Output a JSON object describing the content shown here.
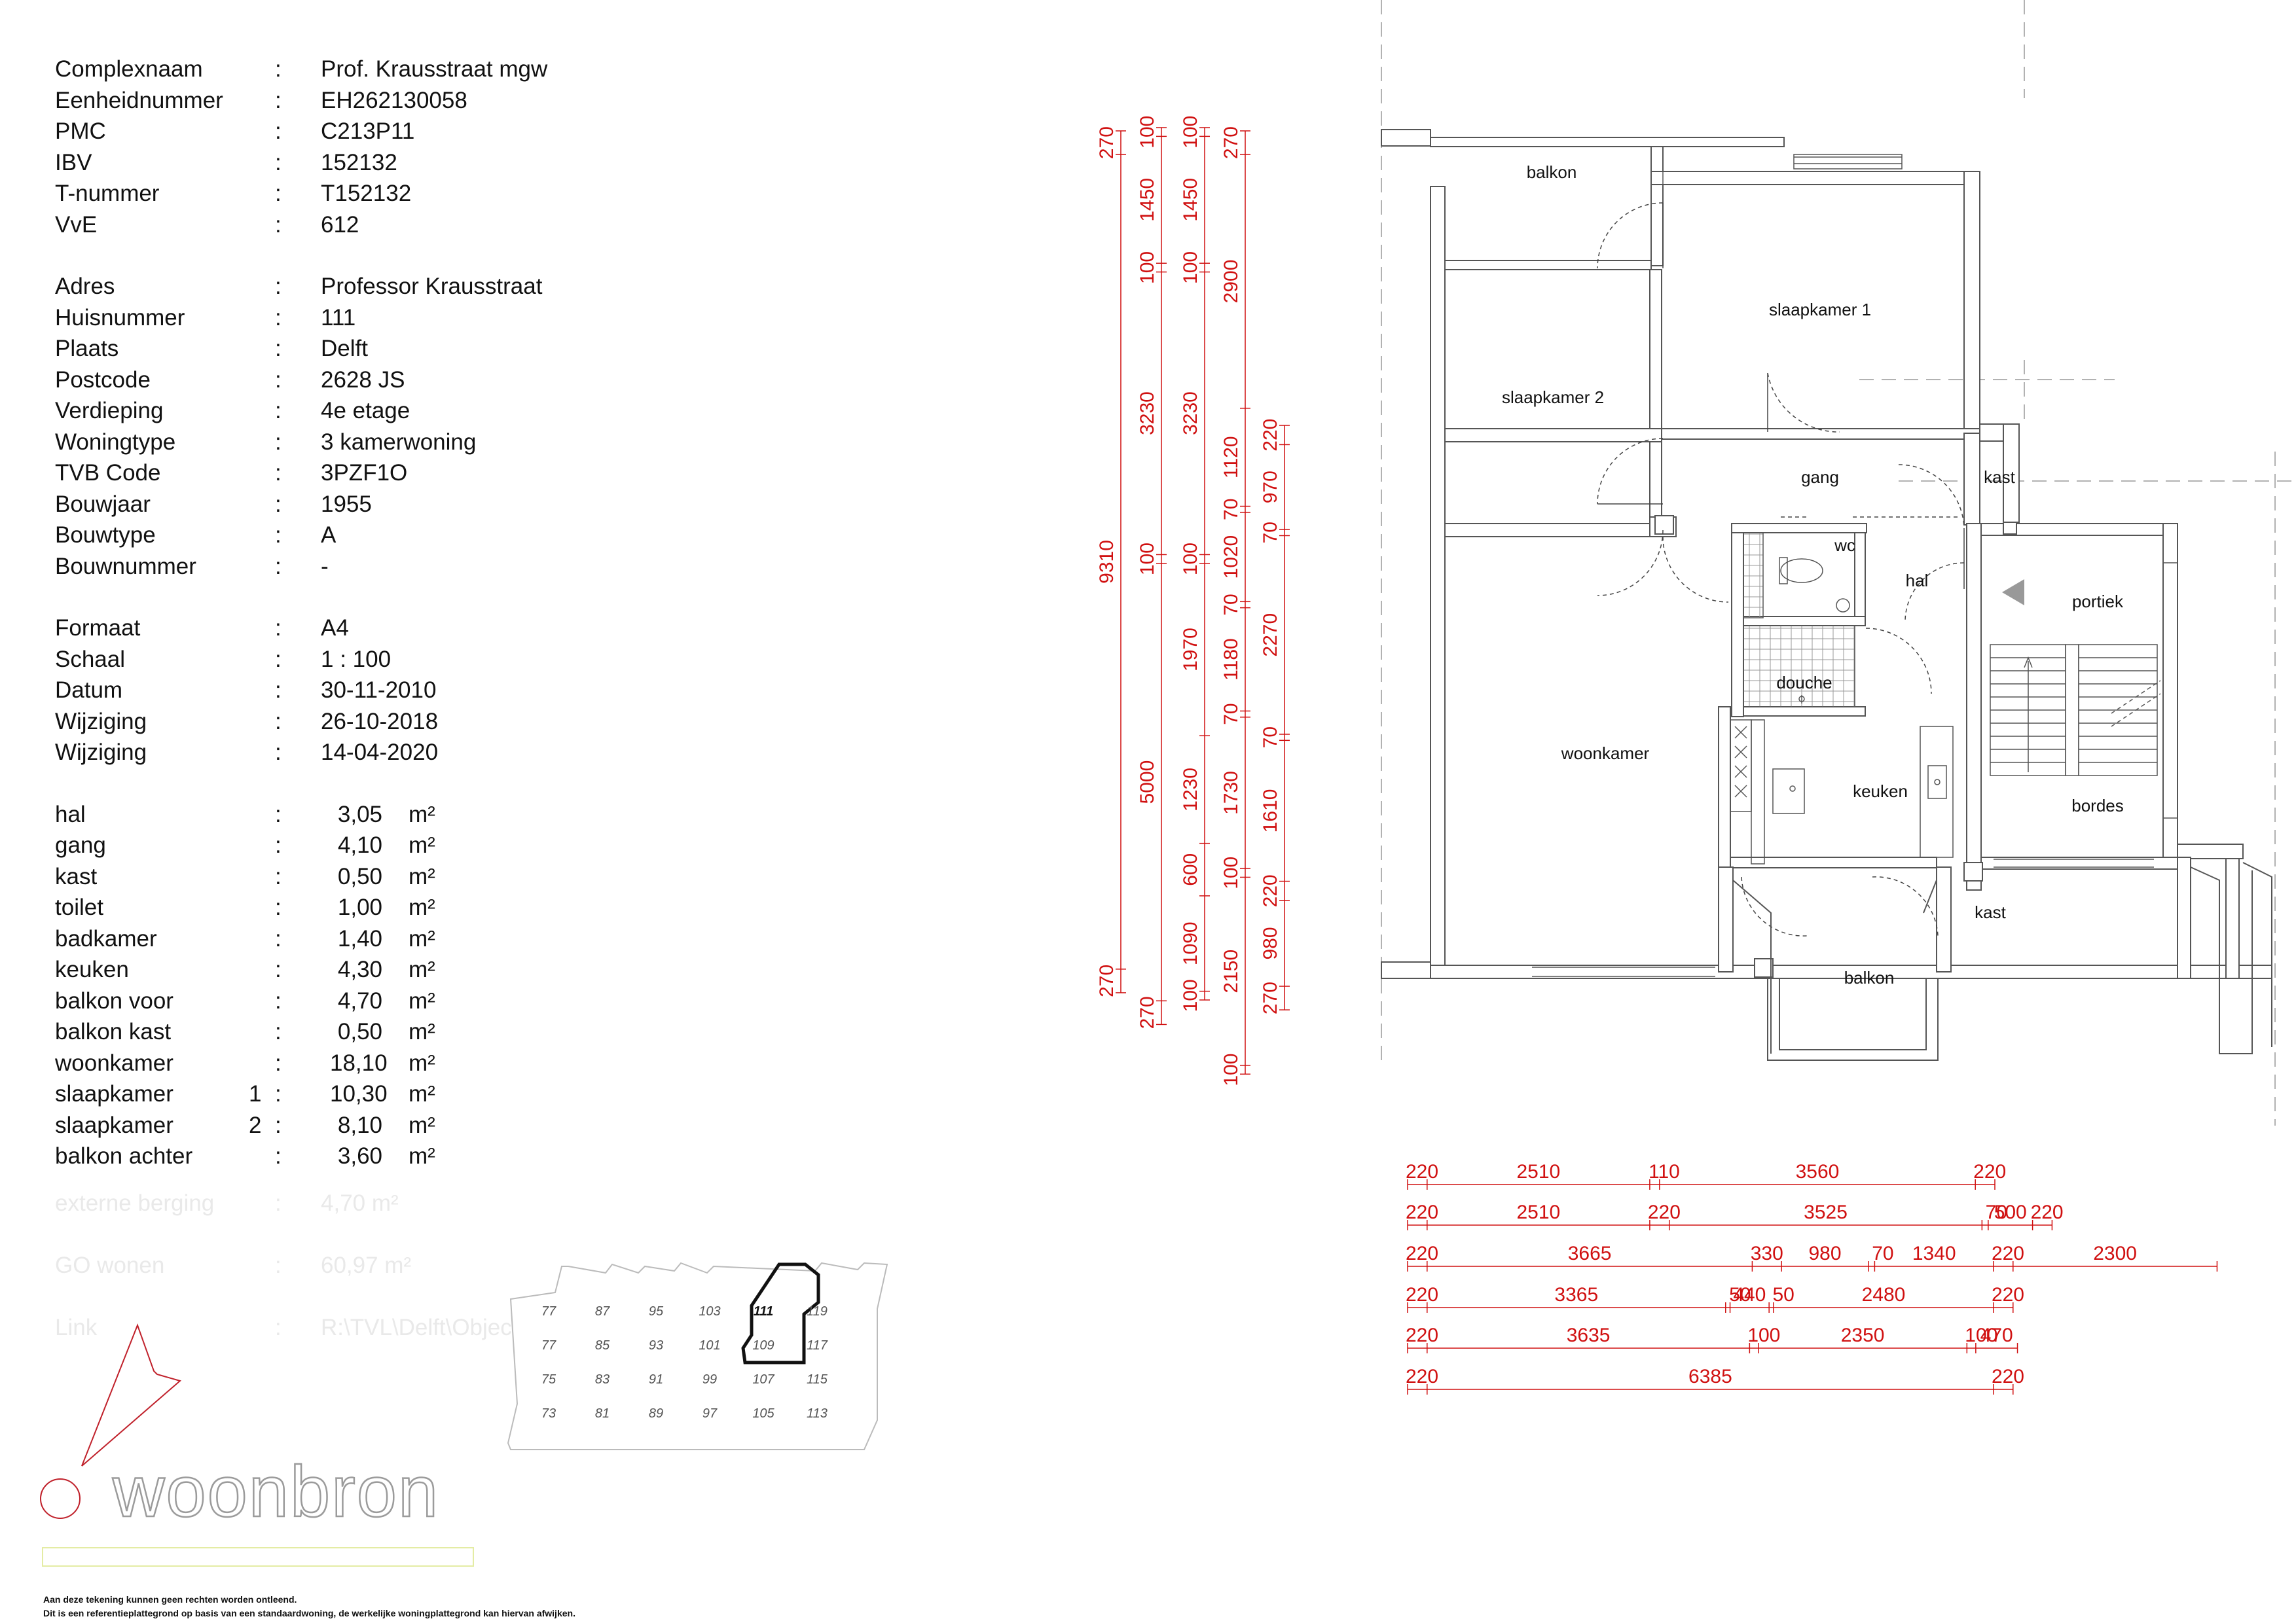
{
  "info_rows": [
    {
      "label": "Complexnaam",
      "value": "Prof. Krausstraat  mgw"
    },
    {
      "label": "Eenheidnummer",
      "value": "EH262130058"
    },
    {
      "label": "PMC",
      "value": "C213P11"
    },
    {
      "label": "IBV",
      "value": "152132"
    },
    {
      "label": "T-nummer",
      "value": "T152132"
    },
    {
      "label": "VvE",
      "value": "612"
    },
    {
      "gap": true
    },
    {
      "label": "Adres",
      "value": "Professor Krausstraat"
    },
    {
      "label": "Huisnummer",
      "value": "111"
    },
    {
      "label": "Plaats",
      "value": "Delft"
    },
    {
      "label": "Postcode",
      "value": "2628 JS"
    },
    {
      "label": "Verdieping",
      "value": "4e etage"
    },
    {
      "label": "Woningtype",
      "value": "3 kamerwoning"
    },
    {
      "label": "TVB Code",
      "value": "3PZF1O"
    },
    {
      "label": "Bouwjaar",
      "value": "1955"
    },
    {
      "label": "Bouwtype",
      "value": "A"
    },
    {
      "label": "Bouwnummer",
      "value": "-"
    },
    {
      "gap": true
    },
    {
      "label": "Formaat",
      "value": "A4"
    },
    {
      "label": "Schaal",
      "value": "1 : 100"
    },
    {
      "label": "Datum",
      "value": "30-11-2010"
    },
    {
      "label": "Wijziging",
      "value": "26-10-2018"
    },
    {
      "label": "Wijziging",
      "value": "14-04-2020"
    }
  ],
  "separator": ":",
  "area_unit": "m²",
  "areas": [
    {
      "room": "hal",
      "value": "3,05"
    },
    {
      "room": "gang",
      "value": "4,10"
    },
    {
      "room": "kast",
      "value": "0,50"
    },
    {
      "room": "toilet",
      "value": "1,00"
    },
    {
      "room": "badkamer",
      "value": "1,40"
    },
    {
      "room": "keuken",
      "value": "4,30"
    },
    {
      "room": "balkon voor",
      "value": "4,70"
    },
    {
      "room": "balkon kast",
      "value": "0,50"
    },
    {
      "room": "woonkamer",
      "value": "18,10"
    },
    {
      "room": "slaapkamer",
      "index": "1",
      "value": "10,30"
    },
    {
      "room": "slaapkamer",
      "index": "2",
      "value": "8,10"
    },
    {
      "room": "balkon achter",
      "value": "3,60"
    }
  ],
  "ghost_rows": [
    {
      "label": "externe berging",
      "value": "4,70 m²"
    },
    {
      "label": "GO wonen",
      "value": "60,97 m²"
    },
    {
      "label": "Link",
      "value": "R:\\TVL\\Delft\\Objecten\\KRAU"
    }
  ],
  "rooms": {
    "balkon_achter": "balkon",
    "slaapkamer1": "slaapkamer 1",
    "slaapkamer2": "slaapkamer 2",
    "gang": "gang",
    "kast_top": "kast",
    "wc": "wc",
    "hal": "hal",
    "portiek": "portiek",
    "douche": "douche",
    "woonkamer": "woonkamer",
    "keuken": "keuken",
    "bordes": "bordes",
    "kast_bottom": "kast",
    "balkon_voor": "balkon"
  },
  "key_plan": {
    "rows": [
      [
        "77",
        "87",
        "95",
        "103",
        "111",
        "119"
      ],
      [
        "77",
        "85",
        "93",
        "101",
        "109",
        "117"
      ],
      [
        "75",
        "83",
        "91",
        "99",
        "107",
        "115"
      ],
      [
        "73",
        "81",
        "89",
        "97",
        "105",
        "113"
      ]
    ],
    "highlight": "111"
  },
  "dims_vertical": [
    [
      "270",
      "9310",
      "270"
    ],
    [
      "100",
      "1450",
      "100",
      "3230",
      "100",
      "5000",
      "270"
    ],
    [
      "100",
      "1450",
      "100",
      "3230",
      "100",
      "1970",
      "1230",
      "600",
      "1090",
      "100"
    ],
    [
      "270",
      "2900",
      "1120",
      "70",
      "1020",
      "70",
      "1180",
      "70",
      "1730",
      "100",
      "2150",
      "100"
    ],
    [
      "220",
      "970",
      "70",
      "2270",
      "70",
      "1610",
      "220",
      "980",
      "270"
    ]
  ],
  "dims_horizontal": [
    [
      "220",
      "2510",
      "110",
      "3560",
      "220"
    ],
    [
      "220",
      "2510",
      "220",
      "3525",
      "70",
      "500",
      "220"
    ],
    [
      "220",
      "3665",
      "330",
      "980",
      "70",
      "1340",
      "220",
      "2300"
    ],
    [
      "220",
      "3365",
      "50",
      "440",
      "50",
      "2480",
      "220"
    ],
    [
      "220",
      "3635",
      "100",
      "2350",
      "100",
      "470"
    ],
    [
      "220",
      "6385",
      "220"
    ]
  ],
  "logo": "woonbron",
  "disclaimer": [
    "Aan deze tekening kunnen geen rechten worden ontleend.",
    "Dit is een referentieplattegrond op basis van een standaardwoning, de werkelijke woningplattegrond kan hiervan afwijken."
  ],
  "colors": {
    "dimension": "#d01010",
    "wall": "#9a9a9a",
    "ink": "#111111",
    "logo": "#c0202a",
    "accent": "#e4eca4"
  }
}
